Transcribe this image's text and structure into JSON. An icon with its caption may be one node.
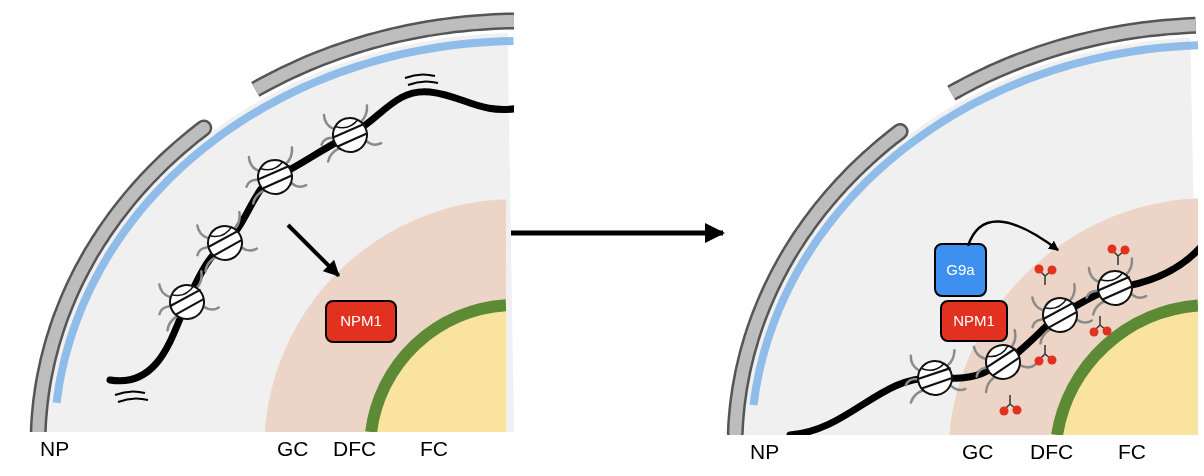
{
  "diagram": {
    "nodes": [
      {
        "text": [],
        "shape": "picture"
      },
      {
        "text": [],
        "shape": "circle",
        "in": 0
      },
      {
        "text": [
          "NPM1"
        ],
        "in": 1
      },
      {
        "text": [],
        "shape": "picture"
      },
      {
        "text": [],
        "shape": "circle",
        "in": 3
      },
      {
        "text": [
          "G9a"
        ],
        "in": 3
      },
      {
        "text": [
          "NPM1"
        ],
        "in": 3
      }
    ],
    "edges": [
      {
        "from": 0,
        "to": 3,
        "arrow": "to"
      },
      {
        "from": null,
        "to": 1,
        "arrow": "to"
      },
      {
        "from": 5,
        "to": 4,
        "arrow": "to"
      }
    ],
    "labels": [
      "NP",
      "GC",
      "DFC",
      "FC",
      "NP",
      "GC",
      "DFC",
      "FC"
    ]
  }
}
